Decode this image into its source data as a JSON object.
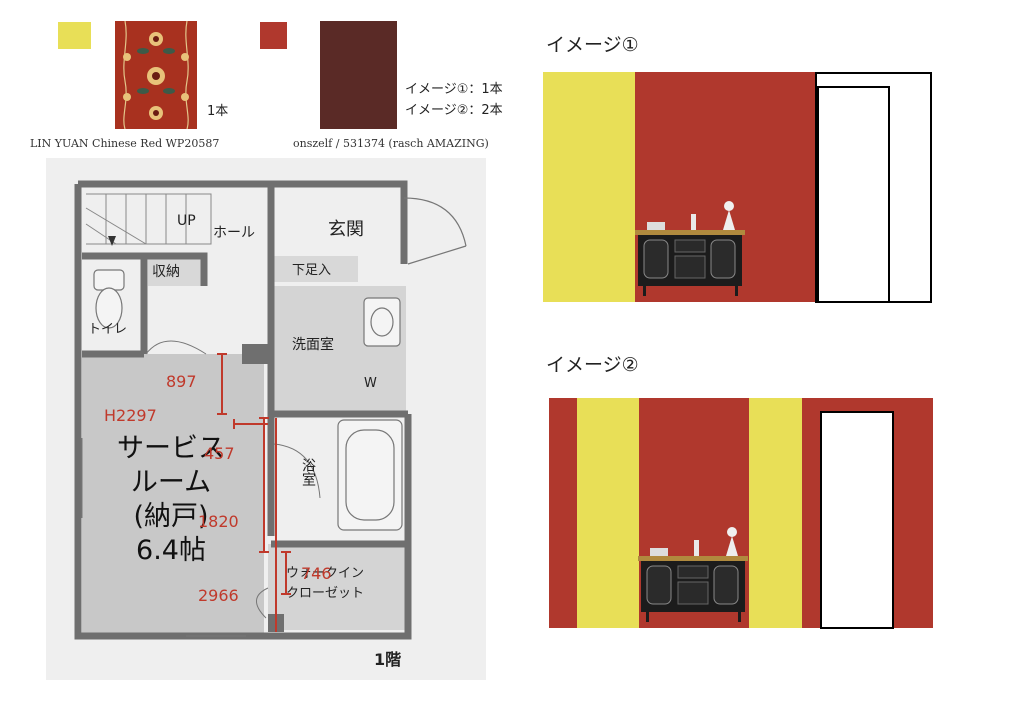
{
  "colors": {
    "yellow": "#e8df57",
    "red": "#b0382d",
    "dark_red": "#5a2a26",
    "pattern_bg": "#a8311f",
    "dimension_red": "#c0392b",
    "floor_gray": "#c8c8c8"
  },
  "samples": {
    "pattern_roll_count": "1本",
    "pattern_caption": "LIN YUAN Chinese Red WP20587",
    "plain_caption": "onszelf / 531374 (rasch AMAZING)",
    "roll_note_1": "イメージ①：1本",
    "roll_note_2": "イメージ②：2本"
  },
  "floorplan": {
    "up": "UP",
    "hall": "ホール",
    "entrance": "玄関",
    "storage": "収納",
    "shoe": "下足入",
    "toilet": "トイレ",
    "washroom": "洗面室",
    "w": "W",
    "bathroom": "浴室",
    "service_room_lines": [
      "サービス",
      "ルーム",
      "(納戸)",
      "6.4帖"
    ],
    "closet_lines": [
      "ウォークイン",
      "クローゼット"
    ],
    "floor_label": "1階",
    "dimensions": {
      "d897": "897",
      "h2297": "H2297",
      "d457": "457",
      "d1820": "1820",
      "d746": "746",
      "d2966": "2966"
    }
  },
  "images": {
    "image1_title": "イメージ①",
    "image2_title": "イメージ②"
  }
}
